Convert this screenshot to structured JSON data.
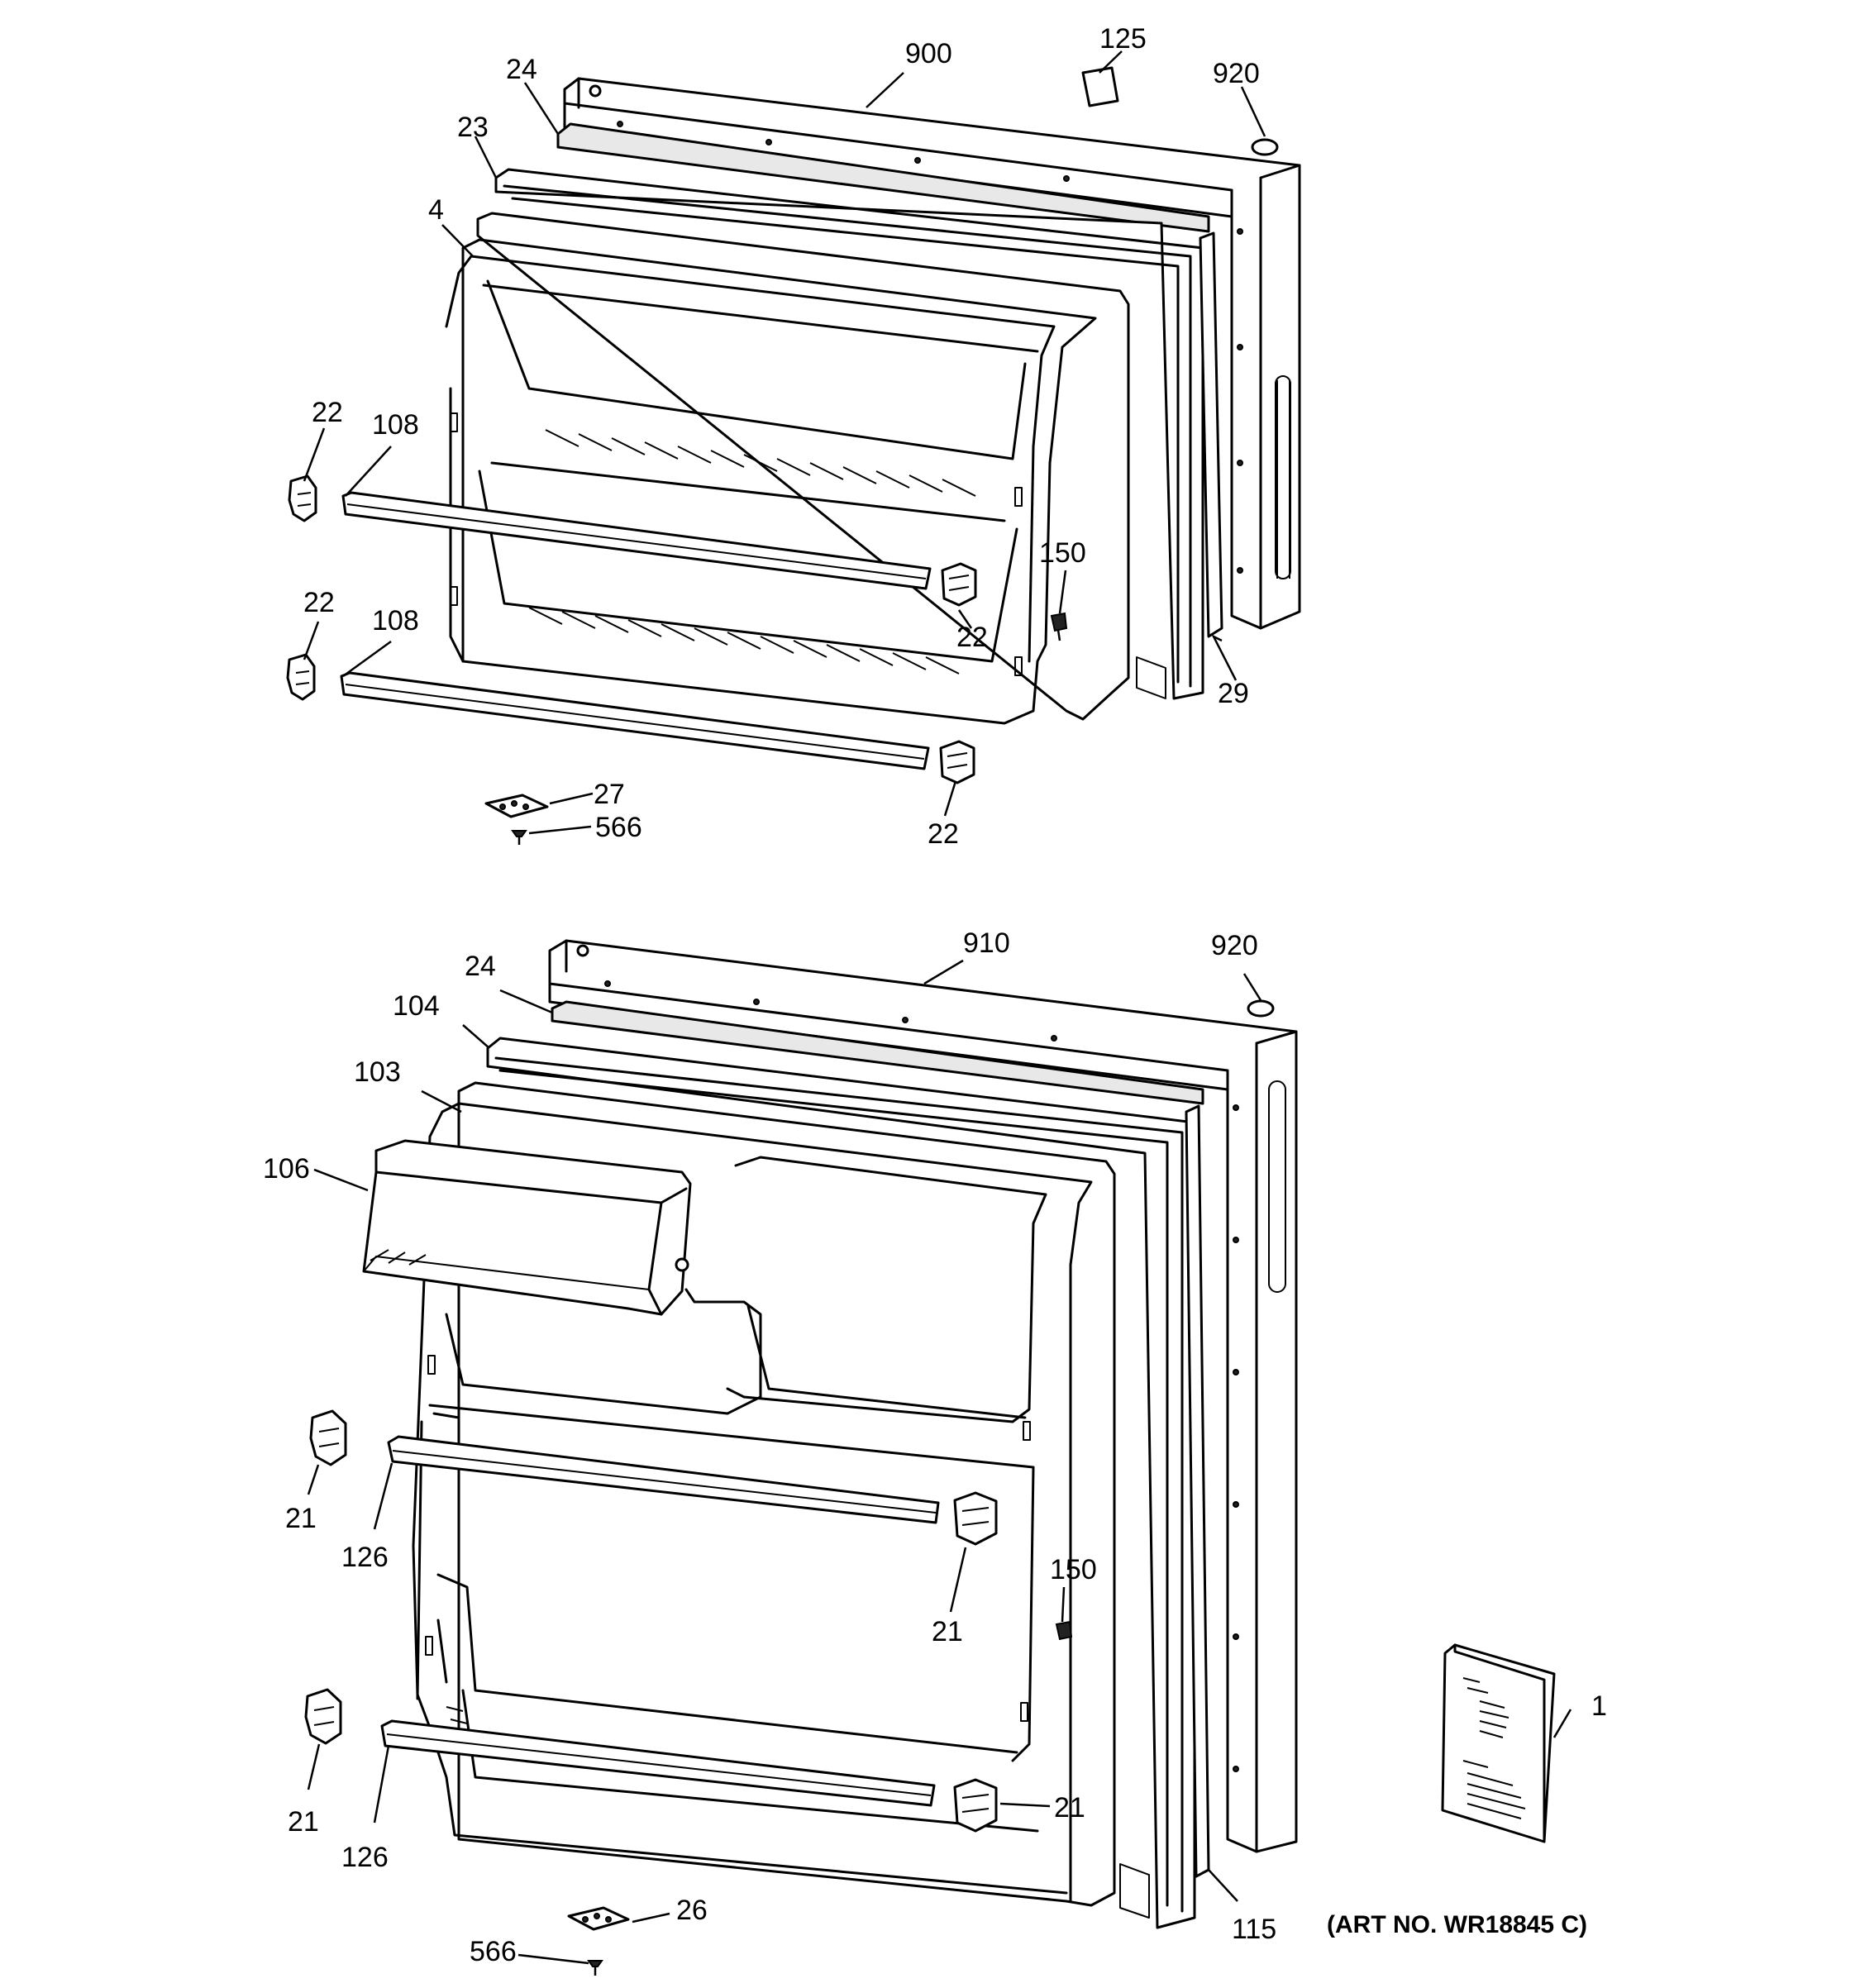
{
  "callouts": {
    "c900": "900",
    "c125": "125",
    "c920a": "920",
    "c24a": "24",
    "c23": "23",
    "c4": "4",
    "c22a": "22",
    "c108a": "108",
    "c150a": "150",
    "c22b": "22",
    "c22c": "22",
    "c108b": "108",
    "c29": "29",
    "c27": "27",
    "c566a": "566",
    "c22d": "22",
    "c910": "910",
    "c920b": "920",
    "c24b": "24",
    "c104": "104",
    "c103": "103",
    "c106": "106",
    "c21a": "21",
    "c126a": "126",
    "c150b": "150",
    "c21b": "21",
    "c1": "1",
    "c21c": "21",
    "c21d": "21",
    "c126b": "126",
    "c115": "115",
    "c26": "26",
    "c566b": "566"
  },
  "art_number": "(ART NO. WR18845 C)",
  "icons": [
    "door-frame",
    "gasket",
    "door-liner",
    "shelf-bar",
    "shelf-clip",
    "hinge-plate",
    "screw",
    "plug-button",
    "owner-manual",
    "dairy-door"
  ]
}
